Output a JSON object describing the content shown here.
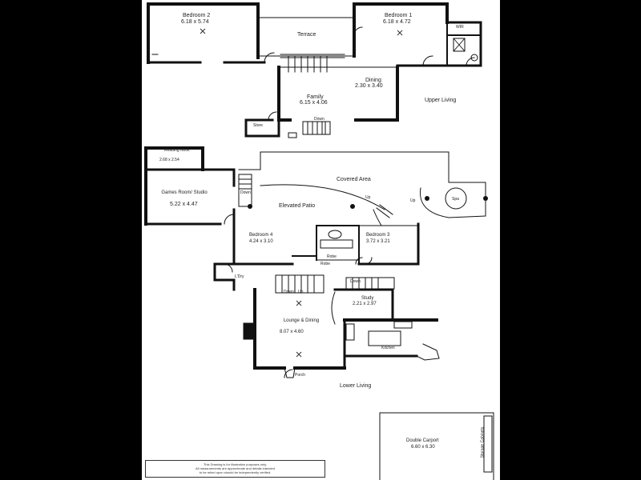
{
  "plan": {
    "upper_floor": {
      "caption": "Upper Living",
      "rooms": {
        "bedroom2": {
          "name": "Bedroom 2",
          "dims": "6.18 x 5.74"
        },
        "terrace": {
          "name": "Terrace"
        },
        "bedroom1": {
          "name": "Bedroom 1",
          "dims": "6.18 x 4.72"
        },
        "wir": {
          "name": "WIR"
        },
        "dining": {
          "name": "Dining",
          "dims": "2.30 x 3.40"
        },
        "family": {
          "name": "Family",
          "dims": "6.15 x 4.06"
        },
        "store": {
          "name": "Store"
        },
        "down": {
          "name": "Down"
        }
      }
    },
    "lower_floor": {
      "caption": "Lower Living",
      "rooms": {
        "reading_nook": {
          "name": "Reading Nook",
          "dims": "2.68 x 2.54"
        },
        "games_room": {
          "name": "Games Room/ Studio",
          "dims": "5.22 x 4.47"
        },
        "covered_area": {
          "name": "Covered Area"
        },
        "elevated_patio": {
          "name": "Elevated Patio"
        },
        "spa": {
          "name": "Spa"
        },
        "bedroom4": {
          "name": "Bedroom 4",
          "dims": "4.24 x 3.10"
        },
        "bedroom3": {
          "name": "Bedroom 3",
          "dims": "3.72 x 3.21"
        },
        "ldry": {
          "name": "L'Dry"
        },
        "study": {
          "name": "Study",
          "dims": "2.21 x 2.97"
        },
        "lounge": {
          "name": "Lounge & Dining",
          "dims": "8.07 x 4.60"
        },
        "kitchen": {
          "name": "Kitchen"
        },
        "porch": {
          "name": "Porch"
        },
        "double_carport": {
          "name": "Double Carport",
          "dims": "6.60 x 6.30"
        },
        "storage_cabinets": {
          "name": "Storage Cabinets"
        }
      },
      "labels": {
        "up": "Up",
        "down": "Down",
        "robe": "Robe"
      }
    },
    "disclaimer": [
      "This Drawing is for illustration purposes only.",
      "All measurements are approximate and details intended",
      "to be relied upon should be independently verified."
    ]
  }
}
